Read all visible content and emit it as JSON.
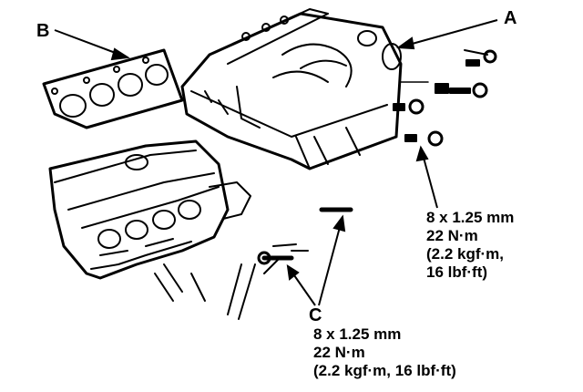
{
  "labels": {
    "a": "A",
    "b": "B",
    "c": "C"
  },
  "spec_right": {
    "size": "8 x 1.25 mm",
    "torque_nm": "22 N·m",
    "torque_kgf": "(2.2 kgf·m,",
    "torque_lbf": "16 lbf·ft)"
  },
  "spec_c": {
    "size": "8 x 1.25 mm",
    "torque_nm": "22 N·m",
    "torque_kgf_lbf": "(2.2 kgf·m, 16 lbf·ft)"
  },
  "colors": {
    "ink": "#000000",
    "paper": "#ffffff"
  }
}
